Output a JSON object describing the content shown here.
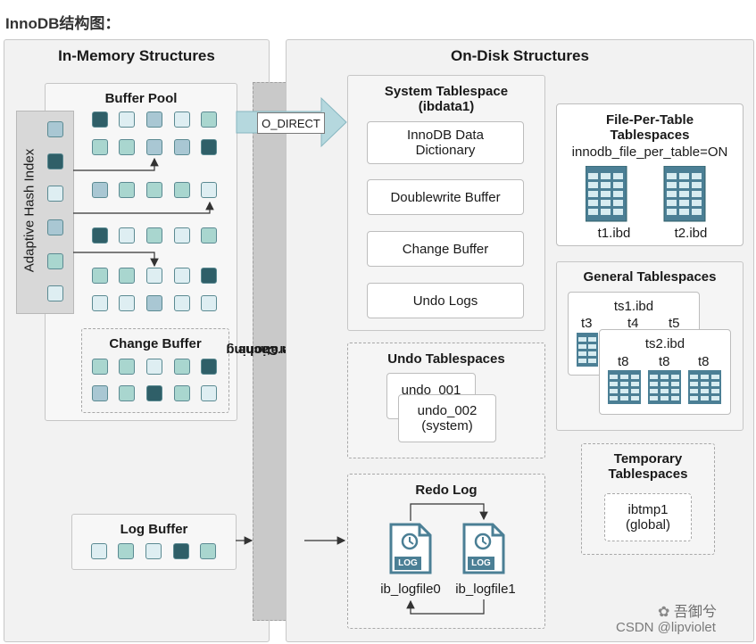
{
  "heading": "InnoDB结构图：",
  "in_memory": {
    "title": "In-Memory Structures",
    "buffer_pool_title": "Buffer Pool",
    "adaptive_hash_index": "Adaptive Hash Index",
    "change_buffer_title": "Change Buffer",
    "log_buffer_title": "Log Buffer"
  },
  "os_cache": {
    "line1": "Operationing",
    "line2": "System Cache",
    "o_direct": "O_DIRECT"
  },
  "on_disk": {
    "title": "On-Disk Structures",
    "system_tablespace": {
      "title_line1": "System Tablespace",
      "title_line2": "(ibdata1)",
      "items": [
        [
          "InnoDB Data",
          "Dictionary"
        ],
        [
          "Doublewrite Buffer"
        ],
        [
          "Change Buffer"
        ],
        [
          "Undo Logs"
        ]
      ]
    },
    "file_per_table": {
      "title_line1": "File-Per-Table",
      "title_line2": "Tablespaces",
      "setting": "innodb_file_per_table=ON",
      "files": [
        "t1.ibd",
        "t2.ibd"
      ]
    },
    "general_tablespaces": {
      "title": "General Tablespaces",
      "ts1": {
        "name": "ts1.ibd",
        "tables": [
          "t3",
          "t4",
          "t5"
        ]
      },
      "ts2": {
        "name": "ts2.ibd",
        "tables": [
          "t8",
          "t8",
          "t8"
        ]
      }
    },
    "undo_tablespaces": {
      "title": "Undo Tablespaces",
      "undo1": "undo_001",
      "undo2_line1": "undo_002",
      "undo2_line2": "(system)"
    },
    "temporary_tablespaces": {
      "title_line1": "Temporary",
      "title_line2": "Tablespaces",
      "file_line1": "ibtmp1",
      "file_line2": "(global)"
    },
    "redo_log": {
      "title": "Redo Log",
      "files": [
        "ib_logfile0",
        "ib_logfile1"
      ],
      "file_badge": "LOG"
    }
  },
  "watermark": {
    "account": "吾御兮",
    "credit": "CSDN @lipviolet"
  },
  "colors": {
    "cell_dark": "#2f5f68",
    "cell_teal": "#a9d6cf",
    "cell_blue": "#a9c7d3",
    "cell_light": "#deeef2",
    "arrow_fill": "#b5d8de",
    "doc_blue": "#4b7f95"
  }
}
